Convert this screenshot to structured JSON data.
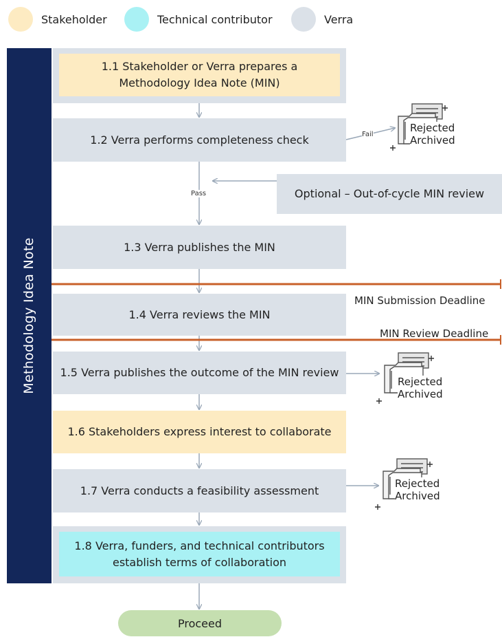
{
  "legend": [
    {
      "label": "Stakeholder",
      "color": "#fdebc2"
    },
    {
      "label": "Technical contributor",
      "color": "#a9f1f4"
    },
    {
      "label": "Verra",
      "color": "#dbe1e8"
    }
  ],
  "phase_label": "Methodology Idea Note",
  "steps": [
    {
      "id": "1.1",
      "text": "1.1 Stakeholder or Verra prepares a\nMethodology Idea Note (MIN)",
      "actor": "Stakeholder"
    },
    {
      "id": "1.2",
      "text": "1.2 Verra performs completeness check",
      "actor": "Verra"
    },
    {
      "id": "1.3",
      "text": "1.3 Verra publishes the MIN",
      "actor": "Verra"
    },
    {
      "id": "1.4",
      "text": "1.4 Verra reviews the MIN",
      "actor": "Verra"
    },
    {
      "id": "1.5",
      "text": "1.5 Verra publishes the outcome of the MIN review",
      "actor": "Verra"
    },
    {
      "id": "1.6",
      "text": "1.6 Stakeholders express interest to collaborate",
      "actor": "Stakeholder"
    },
    {
      "id": "1.7",
      "text": "1.7 Verra conducts a feasibility assessment",
      "actor": "Verra"
    },
    {
      "id": "1.8",
      "text": "1.8 Verra, funders, and technical contributors\nestablish terms of collaboration",
      "actor": "Technical contributor"
    }
  ],
  "optional_step": "Optional – Out-of-cycle MIN review",
  "edge_labels": {
    "fail": "Fail",
    "pass": "Pass"
  },
  "deadlines": {
    "submission": "MIN Submission Deadline",
    "review": "MIN Review Deadline"
  },
  "rejected": [
    {
      "text": "Rejected\nArchived",
      "icon": "archive-folder-icon"
    },
    {
      "text": "Rejected\nArchived",
      "icon": "archive-folder-icon"
    },
    {
      "text": "Rejected\nArchived",
      "icon": "archive-folder-icon"
    }
  ],
  "end": "Proceed",
  "colors": {
    "sidebar": "#13275a",
    "deadline_line": "#c8602a",
    "arrow": "#9aa8b8"
  }
}
